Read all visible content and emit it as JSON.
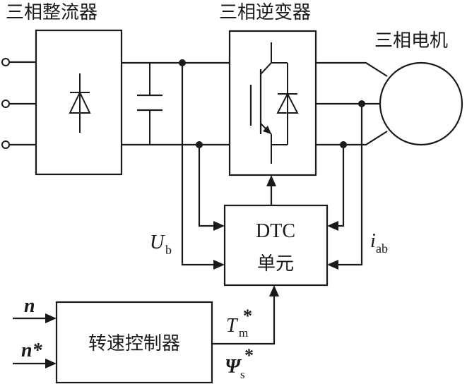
{
  "title_rectifier": "三相整流器",
  "title_inverter": "三相逆变器",
  "title_motor": "三相电机",
  "dtc": {
    "line1": "DTC",
    "line2": "单元"
  },
  "speed_controller": "转速控制器",
  "labels": {
    "ub_main": "U",
    "ub_sub": "b",
    "iab_main": "i",
    "iab_sub": "ab",
    "n": "n",
    "nstar": "n*",
    "tm_main": "T",
    "tm_sub": "m",
    "tm_sup": "*",
    "psi_main": "Ψ",
    "psi_sub": "s",
    "psi_sup": "*"
  }
}
